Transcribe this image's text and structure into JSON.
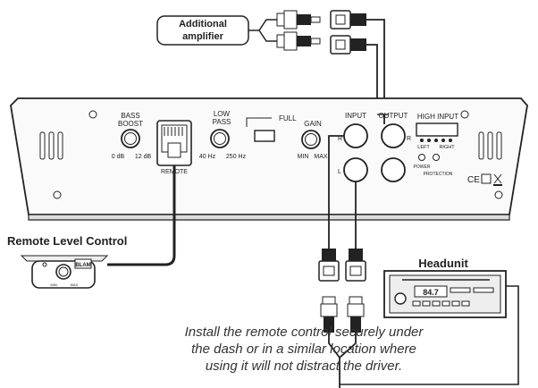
{
  "callouts": {
    "additional_amplifier": "Additional amplifier",
    "remote_level_control": "Remote Level Control",
    "headunit": "Headunit"
  },
  "amp_panel": {
    "bass_boost": "BASS BOOST",
    "bass_min": "0 dB",
    "bass_max": "12 dB",
    "remote": "REMOTE",
    "low_pass": "LOW PASS",
    "lp_min": "40 Hz",
    "lp_max": "250 Hz",
    "full": "FULL",
    "gain": "GAIN",
    "gain_min": "MIN",
    "gain_max": "MAX",
    "input": "INPUT",
    "output": "OUTPUT",
    "high_input": "HIGH INPUT",
    "left": "LEFT",
    "right": "RIGHT",
    "power": "POWER",
    "protection": "PROTECTION",
    "channel_r": "R",
    "channel_l": "L",
    "ce_mark": "CE"
  },
  "remote_unit": {
    "brand": "BLAM",
    "min": "MIN",
    "max": "MAX"
  },
  "headunit_display": "84.7",
  "instruction": "Install the remote control securely under the dash or in a similar location where using it will not distract the driver.",
  "colors": {
    "line": "#222222",
    "fill_light": "#f2f2f2",
    "fill_mid": "#d9d9d9",
    "text": "#222222"
  }
}
